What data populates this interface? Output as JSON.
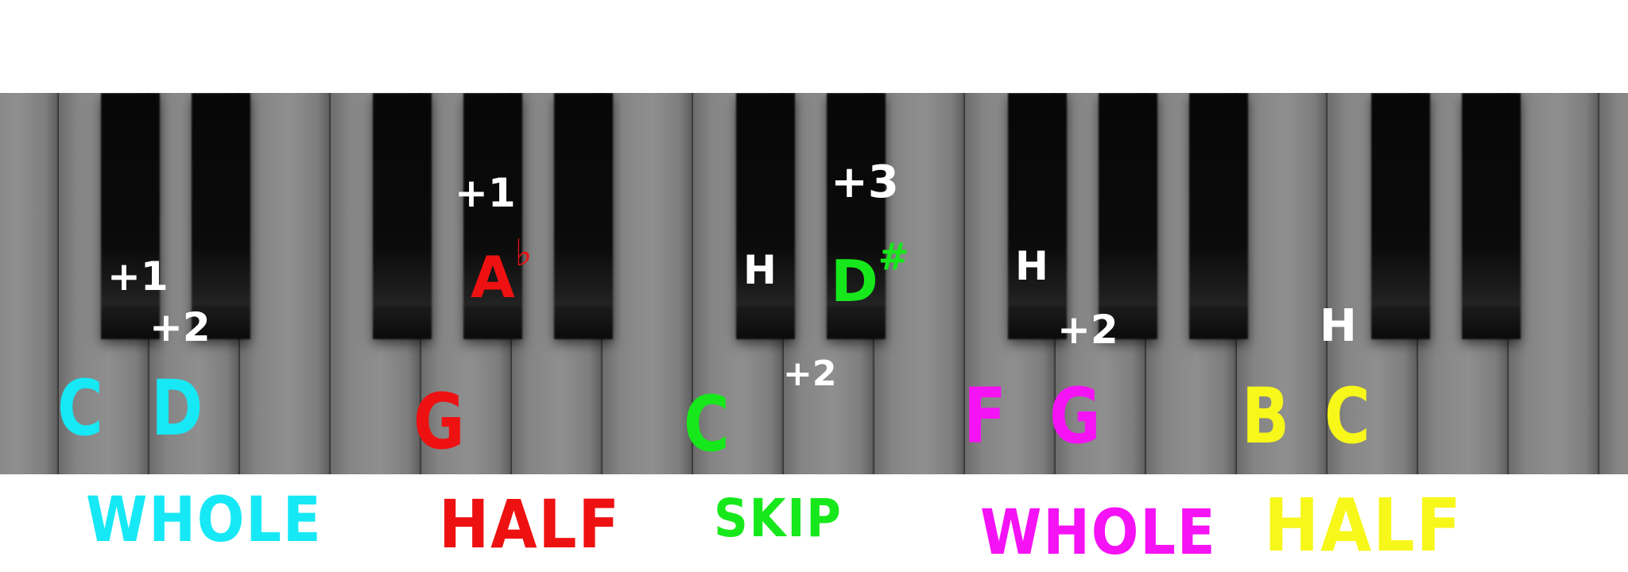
{
  "colors": {
    "cyan": "#17e8f5",
    "red": "#ee1111",
    "green": "#17e81b",
    "magenta": "#f512f5",
    "yellow": "#f7f71a",
    "white": "#ffffff"
  },
  "step_labels": {
    "c_to_cs": "+1",
    "cs_to_d": "+2",
    "g_to_ab": "+1",
    "c_to_cs2": "H",
    "c_to_d2": "+2",
    "c_to_ds": "+3",
    "f_to_fs": "H",
    "f_to_g": "+2",
    "b_to_c": "H"
  },
  "notes": {
    "c1": "C",
    "d1": "D",
    "g1": "G",
    "ab": "A",
    "ab_flat": "♭",
    "c2": "C",
    "ds": "D",
    "ds_sharp": "#",
    "f1": "F",
    "g2": "G",
    "b1": "B",
    "c3": "C"
  },
  "intervals": {
    "whole1": "WHOLE",
    "half1": "HALF",
    "skip": "SKIP",
    "whole2": "WHOLE",
    "half2": "HALF"
  }
}
